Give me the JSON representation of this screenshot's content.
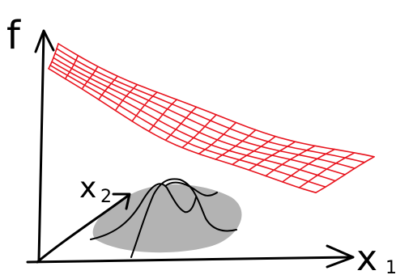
{
  "labels": {
    "f": "f",
    "x1_letter": "x",
    "x1_sub": "1",
    "x2_letter": "x",
    "x2_sub": "2"
  },
  "colors": {
    "surface": "#e8141e",
    "blob": "#b3b3b3",
    "ink": "#000000"
  }
}
